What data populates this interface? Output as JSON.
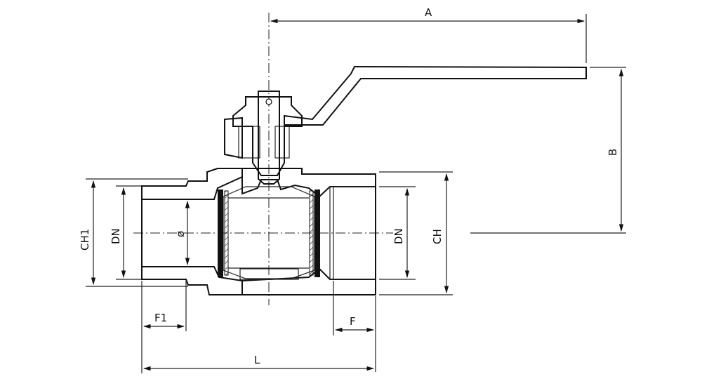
{
  "labels": {
    "A": "A",
    "B": "B",
    "CH1": "CH1",
    "DN_left": "DN",
    "diameter": "ø",
    "DN_right": "DN",
    "CH": "CH",
    "F1": "F1",
    "F": "F",
    "L": "L"
  },
  "colors": {
    "line": "#111111",
    "background": "#ffffff"
  }
}
